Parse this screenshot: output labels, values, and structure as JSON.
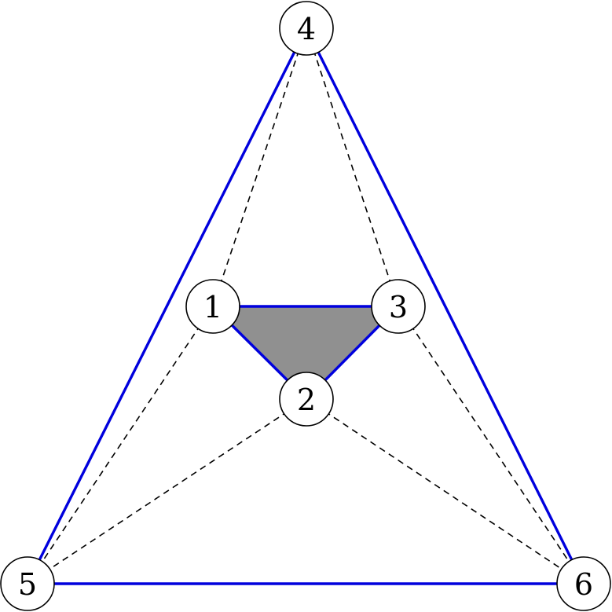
{
  "colors": {
    "solid_edge": "#0000dd",
    "dashed_edge": "#000000",
    "face_fill": "#909090",
    "node_fill": "#ffffff",
    "node_stroke": "#000000"
  },
  "nodes": [
    {
      "id": "1",
      "label": "1"
    },
    {
      "id": "2",
      "label": "2"
    },
    {
      "id": "3",
      "label": "3"
    },
    {
      "id": "4",
      "label": "4"
    },
    {
      "id": "5",
      "label": "5"
    },
    {
      "id": "6",
      "label": "6"
    }
  ],
  "faces": [
    {
      "nodes": [
        "1",
        "3",
        "2"
      ],
      "style": "filled"
    }
  ],
  "edges": [
    {
      "from": "4",
      "to": "5",
      "style": "solid"
    },
    {
      "from": "4",
      "to": "6",
      "style": "solid"
    },
    {
      "from": "5",
      "to": "6",
      "style": "solid"
    },
    {
      "from": "1",
      "to": "3",
      "style": "solid"
    },
    {
      "from": "1",
      "to": "2",
      "style": "solid"
    },
    {
      "from": "2",
      "to": "3",
      "style": "solid"
    },
    {
      "from": "1",
      "to": "4",
      "style": "dashed"
    },
    {
      "from": "3",
      "to": "4",
      "style": "dashed"
    },
    {
      "from": "1",
      "to": "5",
      "style": "dashed"
    },
    {
      "from": "2",
      "to": "5",
      "style": "dashed"
    },
    {
      "from": "2",
      "to": "6",
      "style": "dashed"
    },
    {
      "from": "3",
      "to": "6",
      "style": "dashed"
    }
  ]
}
